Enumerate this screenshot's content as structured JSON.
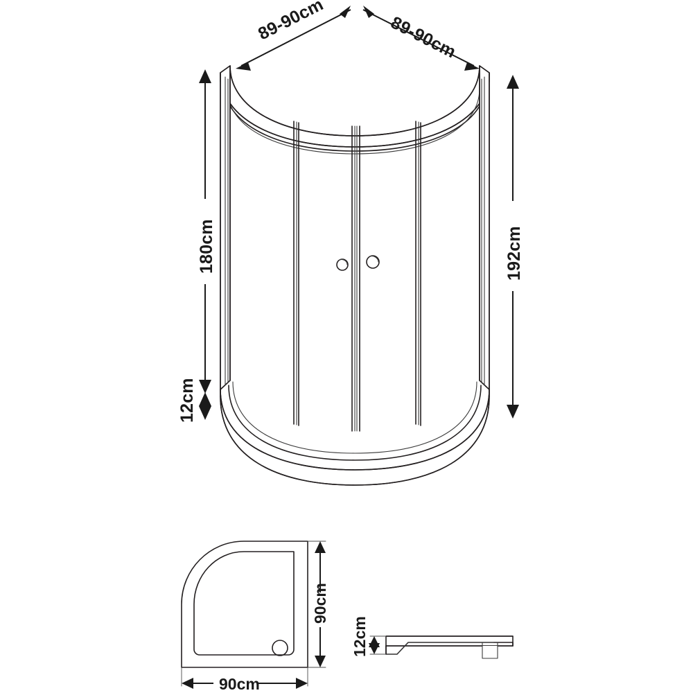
{
  "document": {
    "type": "technical-drawing",
    "subject": "Quadrant shower enclosure with sliding doors and shower tray",
    "background_color": "#ffffff",
    "line_color": "#231f20",
    "text_color": "#1a1a1a"
  },
  "views": {
    "main": {
      "name": "isometric-enclosure-view",
      "dimensions": {
        "top_left": {
          "label": "89-90cm",
          "orientation": "diagonal-down-left"
        },
        "top_right": {
          "label": "89-90cm",
          "orientation": "diagonal-down-right"
        },
        "height_glass": {
          "label": "180cm",
          "orientation": "vertical-rotated"
        },
        "height_tray": {
          "label": "12cm",
          "orientation": "vertical-rotated"
        },
        "height_total": {
          "label": "192cm",
          "orientation": "vertical-rotated"
        }
      },
      "parts": {
        "top_rail": "curved-top-rail",
        "left_post": "left-vertical-post",
        "right_post": "right-vertical-post",
        "center_stile": "center-meeting-stile",
        "door_left": "sliding-door-left",
        "door_right": "sliding-door-right",
        "handle_left": "door-knob-left",
        "handle_right": "door-knob-right",
        "tray": "quadrant-shower-tray",
        "drain": "drain-waste"
      }
    },
    "plan": {
      "name": "plan-view-tray",
      "dimensions": {
        "width": {
          "label": "90cm",
          "orientation": "horizontal"
        },
        "depth": {
          "label": "90cm",
          "orientation": "vertical-rotated"
        }
      },
      "parts": {
        "outline": "tray-outline-quadrant",
        "inner": "tray-inner-basin",
        "drain": "drain-hole"
      }
    },
    "section": {
      "name": "section-view-tray",
      "dimensions": {
        "height": {
          "label": "12cm",
          "orientation": "vertical-rotated"
        }
      },
      "parts": {
        "profile": "tray-section-profile",
        "outlet": "waste-outlet"
      }
    }
  }
}
